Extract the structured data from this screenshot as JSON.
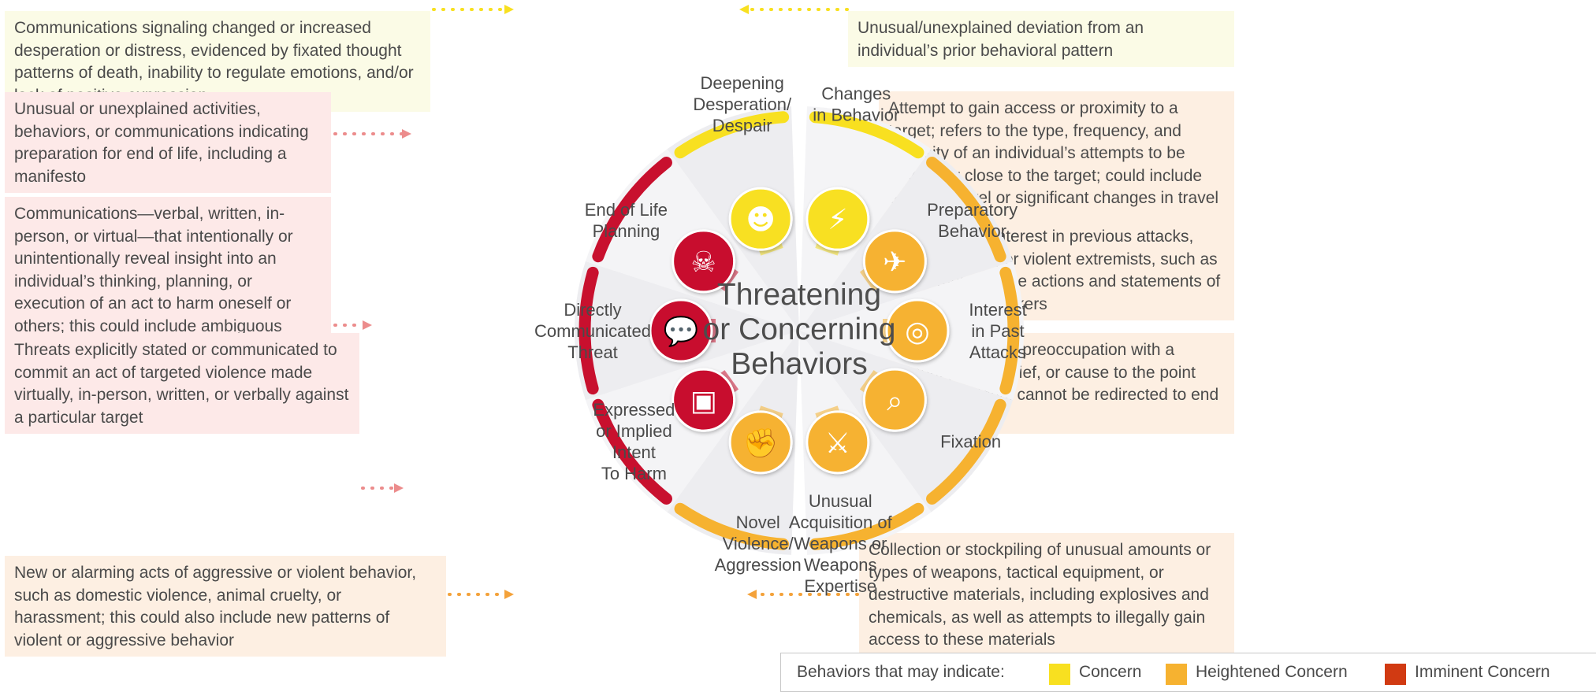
{
  "diagram": {
    "title_lines": [
      "Threatening",
      "or Concerning",
      "Behaviors"
    ],
    "colors": {
      "concern": "#f8e020",
      "heightened": "#f6b230",
      "imminent": "#c8102e",
      "segment_fill": "#f3f3f5",
      "dotted_concern": "#f8e020",
      "dotted_heightened": "#f4a23a",
      "dotted_imminent": "#ec8c8c"
    },
    "segments": [
      {
        "id": "changes-in-behavior",
        "level": "concern",
        "icon": "lightning-icon",
        "label_lines": [
          "Changes",
          "in Behavior"
        ],
        "description": "Unusual/unexplained deviation from an individual’s prior behavioral pattern"
      },
      {
        "id": "preparatory-behavior",
        "level": "heightened",
        "icon": "travel-building-icon",
        "label_lines": [
          "Preparatory",
          "Behavior"
        ],
        "description": "Attempt to gain access or proximity to a target; refers to the type, frequency, and intensity of an individual’s attempts to be physically close to the target; could include unusual travel or significant changes in travel patterns"
      },
      {
        "id": "interest-in-past-attacks",
        "level": "heightened",
        "icon": "target-icon",
        "label_lines": [
          "Interest",
          "in Past",
          "Attacks"
        ],
        "description": "Unusual interest in previous attacks, attackers, or violent extremists, such as emulating the actions and statements of former attackers"
      },
      {
        "id": "fixation",
        "level": "heightened",
        "icon": "magnifier-icon",
        "label_lines": [
          "Fixation"
        ],
        "description": "Unusual, extreme preoccupation with a person, place, belief, or cause to the point that an individual cannot be redirected to end the infatuation"
      },
      {
        "id": "unusual-acquisition",
        "level": "heightened",
        "icon": "weapons-icon",
        "label_lines": [
          "Unusual",
          "Acquisition of",
          "Weapons or",
          "Weapons",
          "Expertise"
        ],
        "description": "Collection or stockpiling of unusual amounts or types of weapons, tactical equipment, or destructive materials, including explosives and chemicals, as well as attempts to illegally gain access to these materials"
      },
      {
        "id": "novel-violence",
        "level": "heightened",
        "icon": "fist-icon",
        "label_lines": [
          "Novel",
          "Violence/",
          "Aggression"
        ],
        "description": "New or alarming acts of aggressive or violent behavior, such as domestic violence, animal cruelty, or harassment; this could also include new patterns of violent or aggressive behavior"
      },
      {
        "id": "expressed-intent",
        "level": "imminent",
        "icon": "hacked-computer-icon",
        "label_lines": [
          "Expressed",
          "or Implied",
          "Intent",
          "To Harm"
        ],
        "description": "Threats explicitly stated or communicated to commit an act of targeted violence made virtually, in-person, written, or verbally against a particular target"
      },
      {
        "id": "directly-communicated-threat",
        "level": "imminent",
        "icon": "speech-bubbles-icon",
        "label_lines": [
          "Directly",
          "Communicated",
          "Threat"
        ],
        "description": "Communications—verbal, written, in-person, or virtual—that intentionally or unintentionally reveal insight into an individual’s thinking, planning, or execution of an act to harm oneself or others; this could include ambiguous threats of violence"
      },
      {
        "id": "end-of-life-planning",
        "level": "imminent",
        "icon": "skull-crossbones-icon",
        "label_lines": [
          "End of Life",
          "Planning"
        ],
        "description": "Unusual or unexplained activities, behaviors, or communications indicating preparation for end of life, including a manifesto"
      },
      {
        "id": "deepening-desperation",
        "level": "concern",
        "icon": "head-brainstorm-icon",
        "label_lines": [
          "Deepening",
          "Desperation/",
          "Despair"
        ],
        "description": "Communications signaling changed or increased desperation or distress, evidenced by fixated thought patterns of death, inability to regulate emotions, and/or lack of positive expression"
      }
    ]
  },
  "legend": {
    "lead": "Behaviors that may indicate:",
    "items": [
      {
        "label": "Concern",
        "color": "#f8e020"
      },
      {
        "label": "Heightened Concern",
        "color": "#f6b230"
      },
      {
        "label": "Imminent Concern",
        "color": "#d13a12"
      }
    ]
  }
}
